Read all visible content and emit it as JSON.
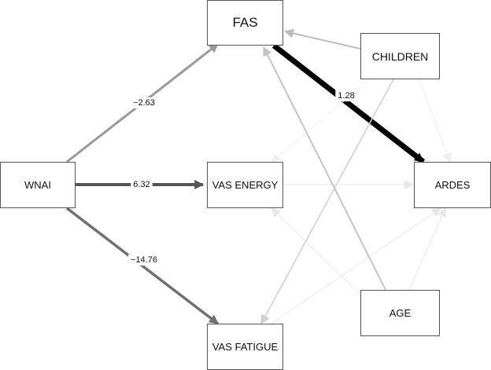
{
  "nodes": {
    "fas": "FAS",
    "children": "CHILDREN",
    "wnai": "WNAI",
    "vas_energy": "VAS ENERGY",
    "ardes": "ARDES",
    "age": "AGE",
    "vas_fatigue": "VAS FATIGUE"
  },
  "edges": [
    {
      "from": "wnai",
      "to": "fas",
      "label": "−2.63",
      "color": "#9a9a9a"
    },
    {
      "from": "wnai",
      "to": "vas_energy",
      "label": "6.32",
      "color": "#555555"
    },
    {
      "from": "wnai",
      "to": "vas_fatigue",
      "label": "−14.76",
      "color": "#707070"
    },
    {
      "from": "fas",
      "to": "ardes",
      "label": "1.28",
      "color": "#000000"
    },
    {
      "from": "children",
      "to": "fas",
      "label": "",
      "color": "#bdbdbd"
    },
    {
      "from": "children",
      "to": "ardes",
      "label": "",
      "color": "#ececec"
    },
    {
      "from": "children",
      "to": "vas_fatigue",
      "label": "",
      "color": "#cfcfcf"
    },
    {
      "from": "children",
      "to": "vas_energy",
      "label": "",
      "color": "#f0f0f0"
    },
    {
      "from": "vas_energy",
      "to": "ardes",
      "label": "",
      "color": "#e6e6e6"
    },
    {
      "from": "vas_fatigue",
      "to": "ardes",
      "label": "",
      "color": "#e6e6e6"
    },
    {
      "from": "age",
      "to": "fas",
      "label": "",
      "color": "#c4c4c4"
    },
    {
      "from": "age",
      "to": "vas_energy",
      "label": "",
      "color": "#e8e8e8"
    },
    {
      "from": "age",
      "to": "ardes",
      "label": "",
      "color": "#e8e8e8"
    }
  ]
}
